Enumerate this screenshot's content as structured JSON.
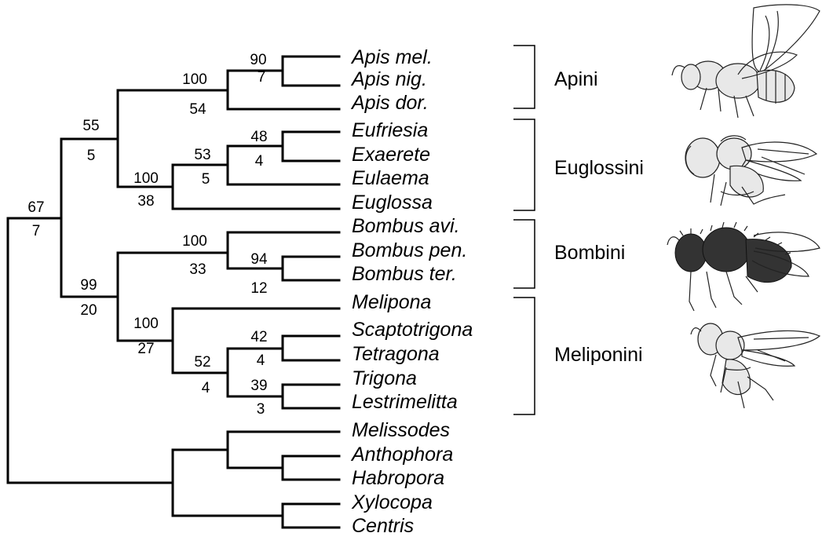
{
  "taxa": [
    {
      "id": "apis_mel",
      "label": "Apis mel."
    },
    {
      "id": "apis_nig",
      "label": "Apis nig."
    },
    {
      "id": "apis_dor",
      "label": "Apis dor."
    },
    {
      "id": "eufriesia",
      "label": "Eufriesia"
    },
    {
      "id": "exaerete",
      "label": "Exaerete"
    },
    {
      "id": "eulaema",
      "label": "Eulaema"
    },
    {
      "id": "euglossa",
      "label": "Euglossa"
    },
    {
      "id": "bombus_avi",
      "label": "Bombus avi."
    },
    {
      "id": "bombus_pen",
      "label": "Bombus pen."
    },
    {
      "id": "bombus_ter",
      "label": "Bombus ter."
    },
    {
      "id": "melipona",
      "label": "Melipona"
    },
    {
      "id": "scaptotrigona",
      "label": "Scaptotrigona"
    },
    {
      "id": "tetragona",
      "label": "Tetragona"
    },
    {
      "id": "trigona",
      "label": "Trigona"
    },
    {
      "id": "lestrimelitta",
      "label": "Lestrimelitta"
    },
    {
      "id": "melissodes",
      "label": "Melissodes"
    },
    {
      "id": "anthophora",
      "label": "Anthophora"
    },
    {
      "id": "habropora",
      "label": "Habropora"
    },
    {
      "id": "xylocopa",
      "label": "Xylocopa"
    },
    {
      "id": "centris",
      "label": "Centris"
    }
  ],
  "support": [
    {
      "node": "apis_mel_nig",
      "top": "90",
      "bottom": "7"
    },
    {
      "node": "apini",
      "top": "100",
      "bottom": "54"
    },
    {
      "node": "eufriesia_exaerete",
      "top": "48",
      "bottom": "4"
    },
    {
      "node": "eufriesia_eulaema",
      "top": "53",
      "bottom": "5"
    },
    {
      "node": "euglossini",
      "top": "100",
      "bottom": "38"
    },
    {
      "node": "apini_euglossini",
      "top": "55",
      "bottom": "5"
    },
    {
      "node": "bombus_pen_ter",
      "top": "94",
      "bottom": "12"
    },
    {
      "node": "bombini",
      "top": "100",
      "bottom": "33"
    },
    {
      "node": "scapto_tetragona",
      "top": "42",
      "bottom": "4"
    },
    {
      "node": "trigona_lestrimelitta",
      "top": "39",
      "bottom": "3"
    },
    {
      "node": "trigona_group",
      "top": "52",
      "bottom": "4"
    },
    {
      "node": "meliponini",
      "top": "100",
      "bottom": "27"
    },
    {
      "node": "bombini_meliponini",
      "top": "99",
      "bottom": "20"
    },
    {
      "node": "corbiculate",
      "top": "67",
      "bottom": "7"
    }
  ],
  "tribes": [
    {
      "id": "apini",
      "label": "Apini"
    },
    {
      "id": "euglossini",
      "label": "Euglossini"
    },
    {
      "id": "bombini",
      "label": "Bombini"
    },
    {
      "id": "meliponini",
      "label": "Meliponini"
    }
  ]
}
